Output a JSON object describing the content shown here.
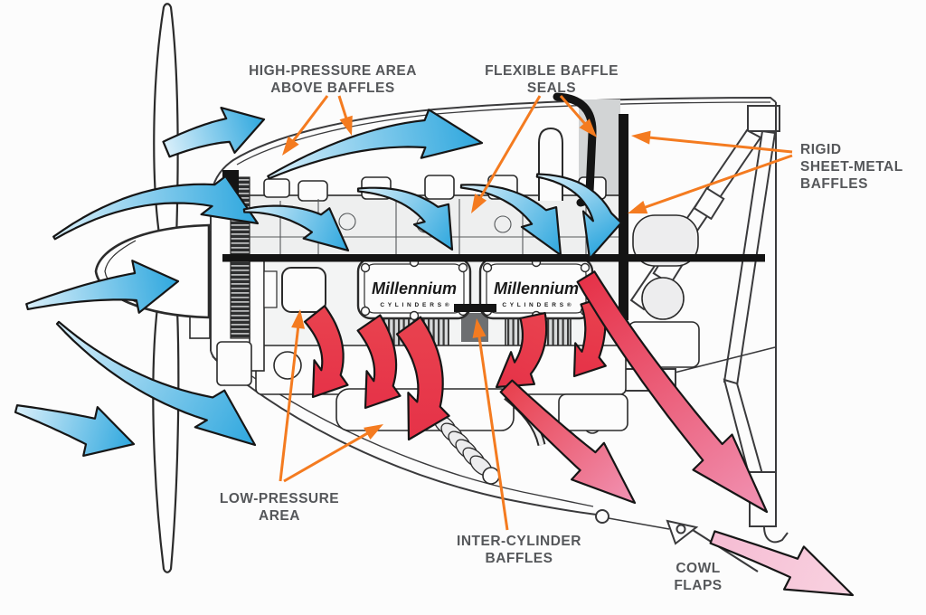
{
  "callouts": {
    "high_pressure": {
      "lines": [
        "HIGH-PRESSURE AREA",
        "ABOVE BAFFLES"
      ]
    },
    "flexible_seals": {
      "lines": [
        "FLEXIBLE BAFFLE",
        "SEALS"
      ]
    },
    "rigid_baffles": {
      "lines": [
        "RIGID",
        "SHEET-METAL",
        "BAFFLES"
      ]
    },
    "low_pressure": {
      "lines": [
        "LOW-PRESSURE",
        "AREA"
      ]
    },
    "inter_cylinder": {
      "lines": [
        "INTER-CYLINDER",
        "BAFFLES"
      ]
    },
    "cowl_flaps": {
      "lines": [
        "COWL",
        "FLAPS"
      ]
    }
  },
  "engine": {
    "cylinder_brand": "Millennium",
    "cylinder_brand_sub": "C Y L I N D E R S ®"
  },
  "colors": {
    "cool_air_tail": "#d9effa",
    "cool_air_head": "#2ea7de",
    "hot_air": "#e8414e",
    "hot_air_deep": "#e63248",
    "exit_pink": "#f193b4",
    "exit_pink_light": "#f6bcd3",
    "exit_pink_pale": "#f8d2e0",
    "leader_orange": "#f47b20",
    "label_text": "#55575a",
    "line_art": "#2b2b2b",
    "baffle_black": "#141414",
    "seal_gray": "#d2d4d5"
  }
}
